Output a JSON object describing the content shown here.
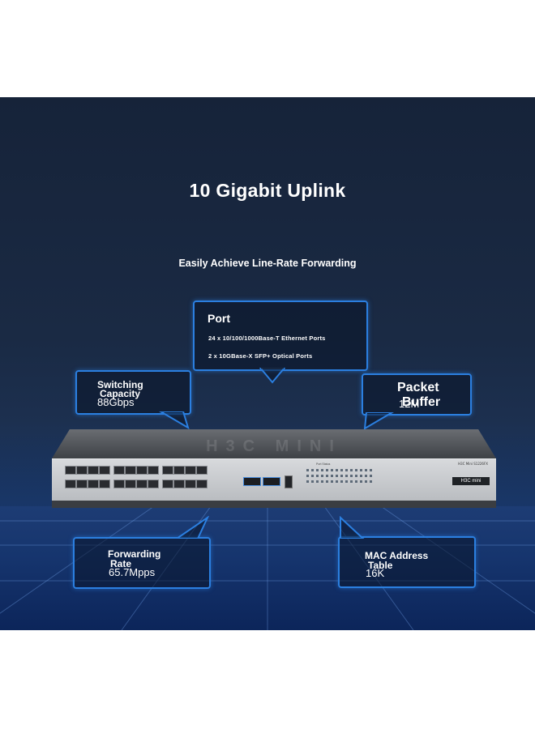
{
  "title": "10 Gigabit Uplink",
  "subtitle": "Easily Achieve Line-Rate Forwarding",
  "port": {
    "title": "Port",
    "lines": [
      "24 x 10/100/1000Base-T Ethernet Ports",
      "2 x 10GBase-X SFP+ Optical Ports"
    ]
  },
  "switching_capacity": {
    "label_line1": "Switching",
    "label_line2": "Capacity",
    "value": "88Gbps"
  },
  "packet_buffer": {
    "label_line1": "Packet",
    "label_line2": "Buffer",
    "value": "12M"
  },
  "forwarding_rate": {
    "label_line1": "Forwarding",
    "label_line2": "Rate",
    "value": "65.7Mpps"
  },
  "mac_table": {
    "label_line1": "MAC Address",
    "label_line2": "Table",
    "value": "16K"
  },
  "switch": {
    "logo_text": "H3C MINI",
    "model": "H3C Mini S1226FX",
    "badge": "H3C mini",
    "status_label": "Port Status",
    "ethernet_port_count": 24,
    "sfp_port_count": 2
  },
  "colors": {
    "callout_border": "#2b7fe0",
    "background": "#162339",
    "floor": "#1d3c74"
  }
}
